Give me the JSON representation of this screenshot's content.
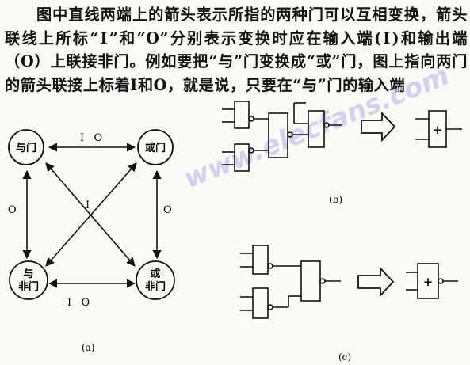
{
  "paragraph": "图中直线两端上的箭头表示所指的两种门可以互相变换，箭头联线上所标“Ⅰ”和“O”分别表示变换时应在输入端(Ⅰ)和输出端（O）上联接非门。例如要把“与”门变换成“或”门，图上指向两门的箭头联接上标着Ⅰ和O，就是说，只要在“与”门的输入端",
  "diagram_a": {
    "nodes": {
      "and_gate": "与门",
      "or_gate": "或门",
      "nand_gate_line1": "与",
      "nand_gate_line2": "非门",
      "nor_gate_line1": "或",
      "nor_gate_line2": "非门"
    },
    "top_labels": "I   O",
    "bottom_labels": "I   O",
    "left_label": "O",
    "right_label": "O",
    "center_label": "I",
    "caption": "(a)"
  },
  "diagram_b": {
    "plus_symbol": "+",
    "caption": "(b)"
  },
  "diagram_c": {
    "plus_symbol": "+",
    "caption": "(c)"
  },
  "watermark": "www.elecfans.com"
}
